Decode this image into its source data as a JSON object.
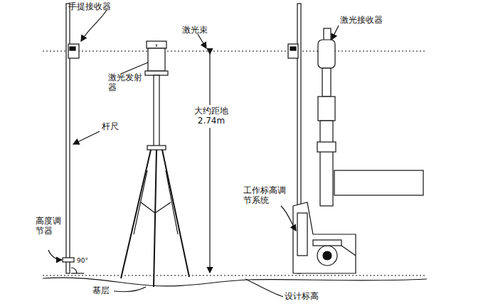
{
  "diagram": {
    "labels": [
      "手提接收器",
      "激光束",
      "激光发射器",
      "杆尺",
      "大约距地 2.74m",
      "激光接收器",
      "工作标高调节系统",
      "高度调节器",
      "90°",
      "基层",
      "设计标高"
    ]
  }
}
